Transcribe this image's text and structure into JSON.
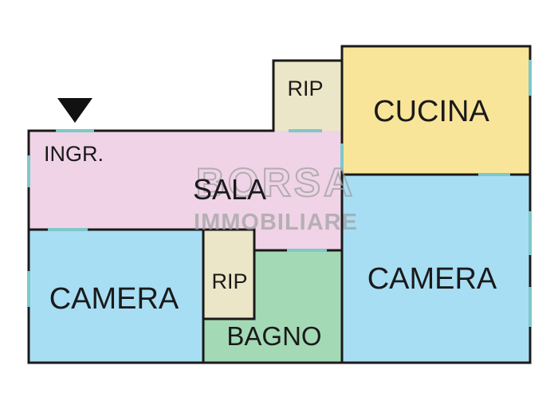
{
  "rooms": {
    "rip_top": "RIP",
    "cucina": "CUCINA",
    "ingresso": "INGR.",
    "sala": "SALA",
    "camera_left": "CAMERA",
    "rip_middle": "RIP",
    "bagno": "BAGNO",
    "camera_right": "CAMERA"
  },
  "watermark": {
    "line1": "BORSA",
    "line2": "IMMOBILIARE"
  },
  "colors": {
    "sala": "#f0d3e6",
    "camera": "#a8def4",
    "cucina": "#f9e59a",
    "rip": "#ece6c8",
    "bagno": "#a4d9b6",
    "wall": "#1a1a1a",
    "window": "#7ec8c9",
    "watermark": "#9ea0a2"
  },
  "icons": {
    "entrance": "entrance-arrow-icon"
  }
}
